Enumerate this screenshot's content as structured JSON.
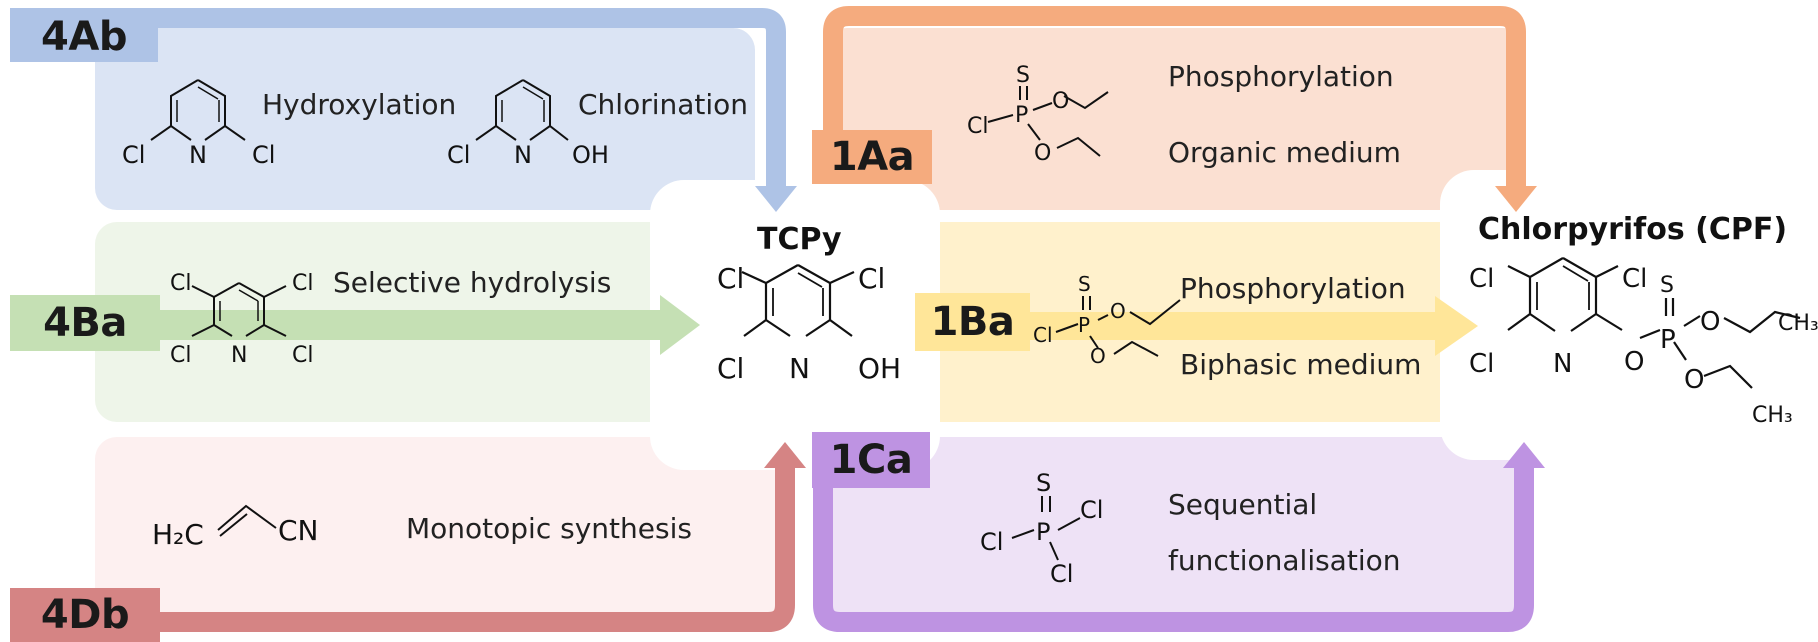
{
  "routes": {
    "r4Ab": {
      "code": "4Ab",
      "steps": [
        "Hydroxylation",
        "Chlorination"
      ],
      "color": "#aec3e6",
      "bg": "#dbe4f4"
    },
    "r1Aa": {
      "code": "1Aa",
      "steps": [
        "Phosphorylation",
        "Organic medium"
      ],
      "color": "#f5ab7e",
      "bg": "#fbe0d2"
    },
    "r4Ba": {
      "code": "4Ba",
      "steps": [
        "Selective hydrolysis"
      ],
      "color": "#c5e0b4",
      "bg": "#eef5e9"
    },
    "r1Ba": {
      "code": "1Ba",
      "steps": [
        "Phosphorylation",
        "Biphasic medium"
      ],
      "color": "#ffe699",
      "bg": "#fff1cc"
    },
    "r4Db": {
      "code": "4Db",
      "steps": [
        "Monotopic synthesis"
      ],
      "color": "#d58484",
      "bg": "#fdf0f0"
    },
    "r1Ca": {
      "code": "1Ca",
      "steps": [
        "Sequential",
        "functionalisation"
      ],
      "color": "#be93e2",
      "bg": "#eee2f6"
    }
  },
  "compounds": {
    "tcpy": {
      "name": "TCPy"
    },
    "cpf": {
      "name": "Chlorpyrifos (CPF)"
    }
  },
  "atoms": {
    "cl": "Cl",
    "n": "N",
    "oh": "OH",
    "o": "O",
    "s": "S",
    "p": "P",
    "h2c": "H₂C",
    "cn": "CN",
    "ch3": "CH₃"
  }
}
